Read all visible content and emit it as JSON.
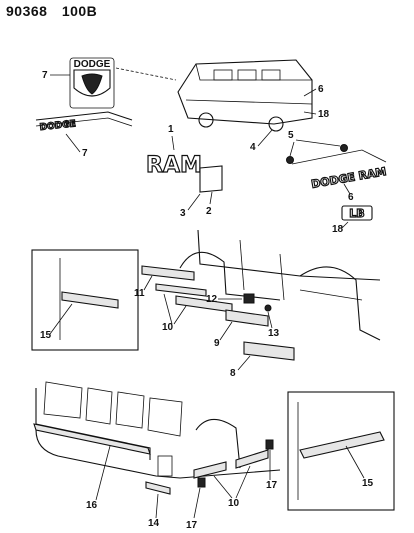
{
  "header": {
    "diagram_no": "90368",
    "sheet": "100B"
  },
  "emblems": {
    "ram_script": "RAM",
    "dodge_ram_script": "DODGE RAM",
    "dodge_small": "DODGE",
    "shield_text": "DODGE",
    "engine_badge": "LB"
  },
  "callouts": {
    "c1": "1",
    "c2": "2",
    "c3": "3",
    "c4": "4",
    "c5": "5",
    "c6a": "6",
    "c6b": "6",
    "c7a": "7",
    "c7b": "7",
    "c8": "8",
    "c9": "9",
    "c10a": "10",
    "c10b": "10",
    "c11": "11",
    "c12": "12",
    "c13": "13",
    "c14": "14",
    "c15a": "15",
    "c15b": "15",
    "c16": "16",
    "c17a": "17",
    "c17b": "17",
    "c18a": "18",
    "c18b": "18"
  }
}
